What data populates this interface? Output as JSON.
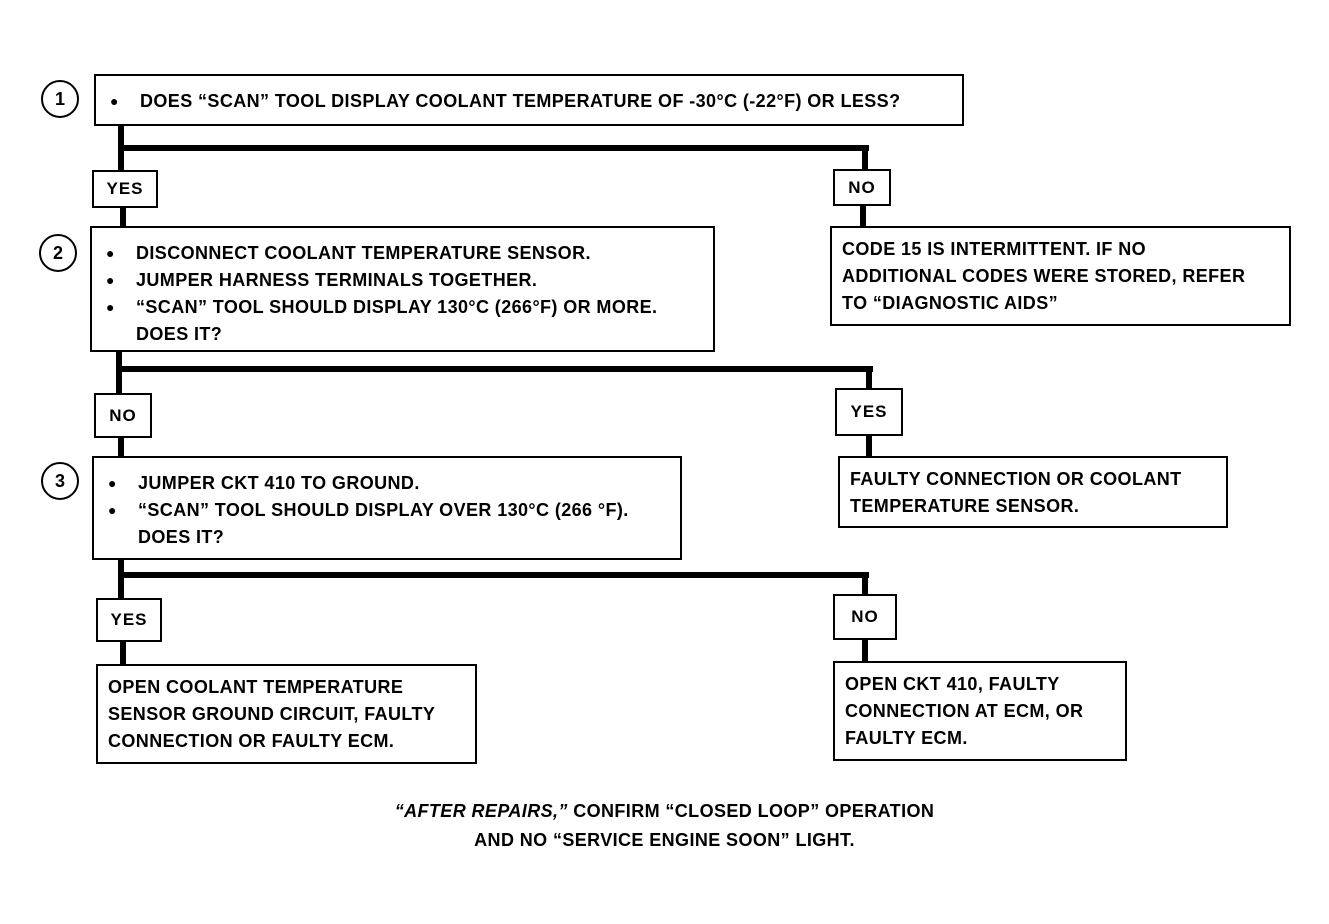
{
  "steps": [
    {
      "number": "1",
      "lines": [
        "DOES “SCAN” TOOL DISPLAY COOLANT TEMPERATURE OF -30°C (-22°F) OR LESS?"
      ]
    },
    {
      "number": "2",
      "lines": [
        "DISCONNECT COOLANT TEMPERATURE SENSOR.",
        "JUMPER HARNESS TERMINALS TOGETHER.",
        "“SCAN” TOOL SHOULD DISPLAY 130°C (266°F) OR MORE."
      ],
      "continuation": "DOES IT?"
    },
    {
      "number": "3",
      "lines": [
        "JUMPER CKT 410 TO GROUND.",
        "“SCAN” TOOL SHOULD DISPLAY OVER 130°C (266 °F)."
      ],
      "continuation": "DOES IT?"
    }
  ],
  "labels": {
    "step1_yes": "YES",
    "step1_no": "NO",
    "step2_no": "NO",
    "step2_yes": "YES",
    "step3_yes": "YES",
    "step3_no": "NO"
  },
  "results": {
    "code15": [
      "CODE 15 IS INTERMITTENT.  IF NO",
      "ADDITIONAL CODES WERE STORED,  REFER",
      "TO “DIAGNOSTIC AIDS”"
    ],
    "faulty_connection": [
      "FAULTY CONNECTION OR COOLANT",
      "TEMPERATURE SENSOR."
    ],
    "open_ground": [
      "OPEN COOLANT TEMPERATURE",
      "SENSOR GROUND CIRCUIT, FAULTY",
      "CONNECTION OR FAULTY ECM."
    ],
    "open_ckt410": [
      "OPEN CKT  410, FAULTY",
      "CONNECTION AT ECM, OR",
      "FAULTY ECM."
    ]
  },
  "footer": {
    "emphasis": "“AFTER REPAIRS,”",
    "line1_rest": " CONFIRM “CLOSED LOOP” OPERATION",
    "line2": "AND NO “SERVICE ENGINE SOON” LIGHT."
  },
  "bullet_symbol": "●"
}
